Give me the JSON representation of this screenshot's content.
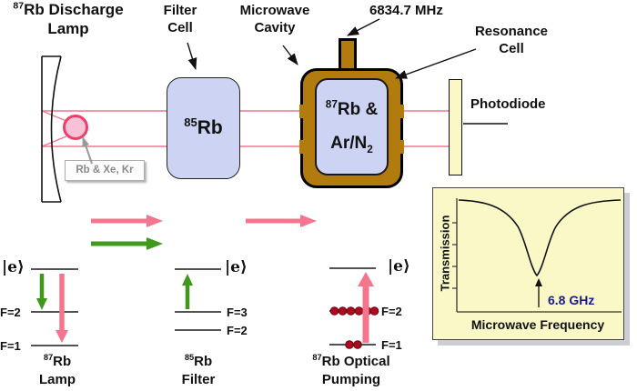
{
  "colors": {
    "beam_pink": "#f4758d",
    "arrow_green": "#3f9a1c",
    "cavity_brown": "#b27b0d",
    "cell_blue": "#cdd4f3",
    "panel_yellow": "#f9f8c6",
    "dot_red": "#ab0d1e",
    "annotation_navy": "#1c1c8c",
    "lamp_circle_fill": "#f7c2d7",
    "lamp_circle_stroke": "#ee3e6a"
  },
  "apparatus": {
    "lamp_title": {
      "sup": "87",
      "rest": "Rb Discharge",
      "line2": "Lamp"
    },
    "lamp_gas_label": "Rb & Xe, Kr",
    "filter_label": {
      "line1": "Filter",
      "line2": "Cell"
    },
    "filter_cell": {
      "sup": "85",
      "text": "Rb"
    },
    "cavity_label": {
      "line1": "Microwave",
      "line2": "Cavity"
    },
    "microwave_freq": "6834.7 MHz",
    "resonance_label": {
      "line1": "Resonance",
      "line2": "Cell"
    },
    "resonance_cell": {
      "line1_sup": "87",
      "line1": "Rb &",
      "line2": "Ar/N",
      "line2_sub": "2"
    },
    "photodiode_label": "Photodiode"
  },
  "level_diagrams": {
    "lamp": {
      "ket": "|e⟩",
      "mid": "F=2",
      "low": "F=1",
      "name_sup": "87",
      "name": "Rb",
      "name2": "Lamp"
    },
    "filter": {
      "ket": "|e⟩",
      "mid": "F=3",
      "low": "F=2",
      "name_sup": "85",
      "name": "Rb",
      "name2": "Filter"
    },
    "pumping": {
      "ket": "|e⟩",
      "mid": "F=2",
      "low": "F=1",
      "name_sup": "87",
      "name": "Rb Optical",
      "name2": "Pumping",
      "dots_on_f2": 6,
      "dots_on_f1": 2
    }
  },
  "graph": {
    "ylabel": "Transmission",
    "xlabel": "Microwave Frequency",
    "annotation": "6.8 GHz",
    "chart_data": {
      "type": "line",
      "xlabel": "Microwave Frequency",
      "ylabel": "Transmission",
      "annotation": "6.8 GHz at dip minimum",
      "axis_numeric_labels": false,
      "grid": false,
      "x_relative": [
        0,
        0.1,
        0.2,
        0.3,
        0.36,
        0.42,
        0.46,
        0.49,
        0.52,
        0.56,
        0.62,
        0.7,
        0.8,
        0.9,
        1
      ],
      "transmission_relative": [
        1,
        1,
        0.98,
        0.93,
        0.86,
        0.7,
        0.52,
        0.34,
        0.52,
        0.7,
        0.86,
        0.93,
        0.98,
        1,
        1
      ]
    }
  }
}
